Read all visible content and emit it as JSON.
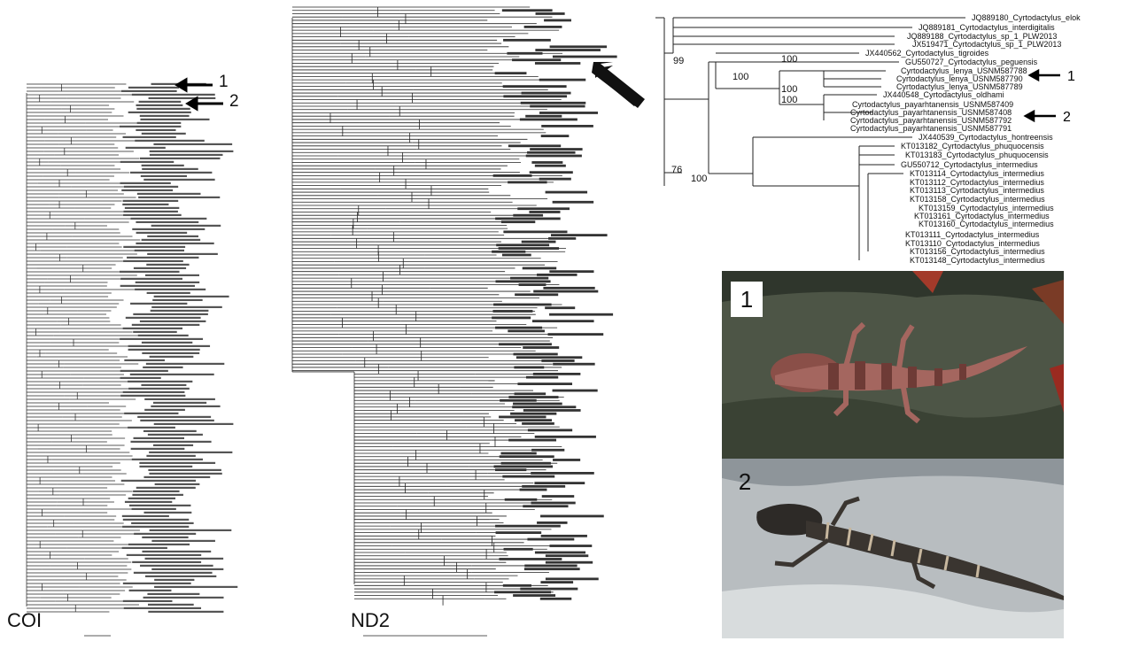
{
  "figure": {
    "coi_label": "COI",
    "nd2_label": "ND2",
    "coi_arrows": [
      "1",
      "2"
    ],
    "zoom_arrows": [
      "1",
      "2"
    ],
    "photo_labels": [
      "1",
      "2"
    ]
  },
  "zoom_tree": {
    "taxa": [
      "JQ889180_Cyrtodactylus_elok",
      "JQ889181_Cyrtodactylus_interdigitalis",
      "JQ889188_Cyrtodactylus_sp_1_PLW2013",
      "JX519471_Cyrtodactylus_sp_1_PLW2013",
      "JX440562_Cyrtodactylus_tigroides",
      "GU550727_Cyrtodactylus_peguensis",
      "Cyrtodactylus_lenya_USNM587788",
      "Cyrtodactylus_lenya_USNM587790",
      "Cyrtodactylus_lenya_USNM587789",
      "JX440548_Cyrtodactylus_oldhami",
      "Cyrtodactylus_payarhtanensis_USNM587409",
      "Cyrtodactylus_payarhtanensis_USNM587408",
      "Cyrtodactylus_payarhtanensis_USNM587792",
      "Cyrtodactylus_payarhtanensis_USNM587791",
      "JX440539_Cyrtodactylus_hontreensis",
      "KT013182_Cyrtodactylus_phuquocensis",
      "KT013183_Cyrtodactylus_phuquocensis",
      "GU550712_Cyrtodactylus_intermedius",
      "KT013114_Cyrtodactylus_intermedius",
      "KT013112_Cyrtodactylus_intermedius",
      "KT013113_Cyrtodactylus_intermedius",
      "KT013158_Cyrtodactylus_intermedius",
      "KT013159_Cyrtodactylus_intermedius",
      "KT013161_Cyrtodactylus_intermedius",
      "KT013160_Cyrtodactylus_intermedius",
      "KT013111_Cyrtodactylus_intermedius",
      "KT013110_Cyrtodactylus_intermedius",
      "KT013156_Cyrtodactylus_intermedius",
      "KT013148_Cyrtodactylus_intermedius"
    ],
    "support_values": [
      "99",
      "100",
      "100",
      "100",
      "100",
      "76",
      "100"
    ]
  },
  "colors": {
    "line": "#222222",
    "rock1": "#4d5546",
    "rock2": "#b8bdc0",
    "gecko1": "#a4665f",
    "gecko2": "#3a3530"
  }
}
